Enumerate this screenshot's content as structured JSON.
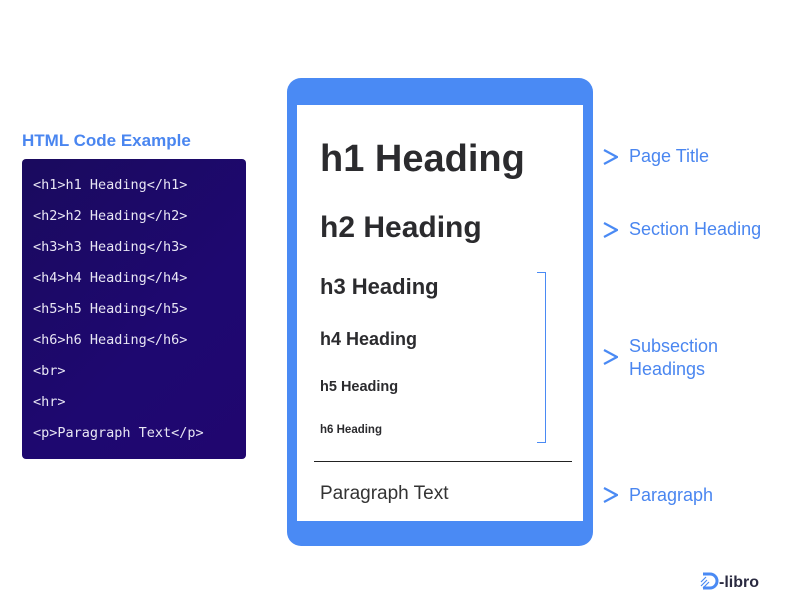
{
  "code_example": {
    "title": "HTML Code Example",
    "lines": [
      "<h1>h1 Heading</h1>",
      "<h2>h2 Heading</h2>",
      "<h3>h3 Heading</h3>",
      "<h4>h4 Heading</h4>",
      "<h5>h5 Heading</h5>",
      "<h6>h6 Heading</h6>",
      "<br>",
      "<hr>",
      "<p>Paragraph Text</p>"
    ]
  },
  "preview": {
    "h1": "h1  Heading",
    "h2": "h2  Heading",
    "h3": "h3 Heading",
    "h4": "h4 Heading",
    "h5": "h5 Heading",
    "h6": "h6 Heading",
    "paragraph": "Paragraph Text"
  },
  "labels": {
    "page_title": "Page Title",
    "section_heading": "Section Heading",
    "subsection_line1": "Subsection",
    "subsection_line2": "Headings",
    "paragraph": "Paragraph"
  },
  "logo": "D-libro",
  "colors": {
    "accent": "#4a8af4",
    "code_bg": "#1e0870",
    "text": "#2b2b2e"
  }
}
